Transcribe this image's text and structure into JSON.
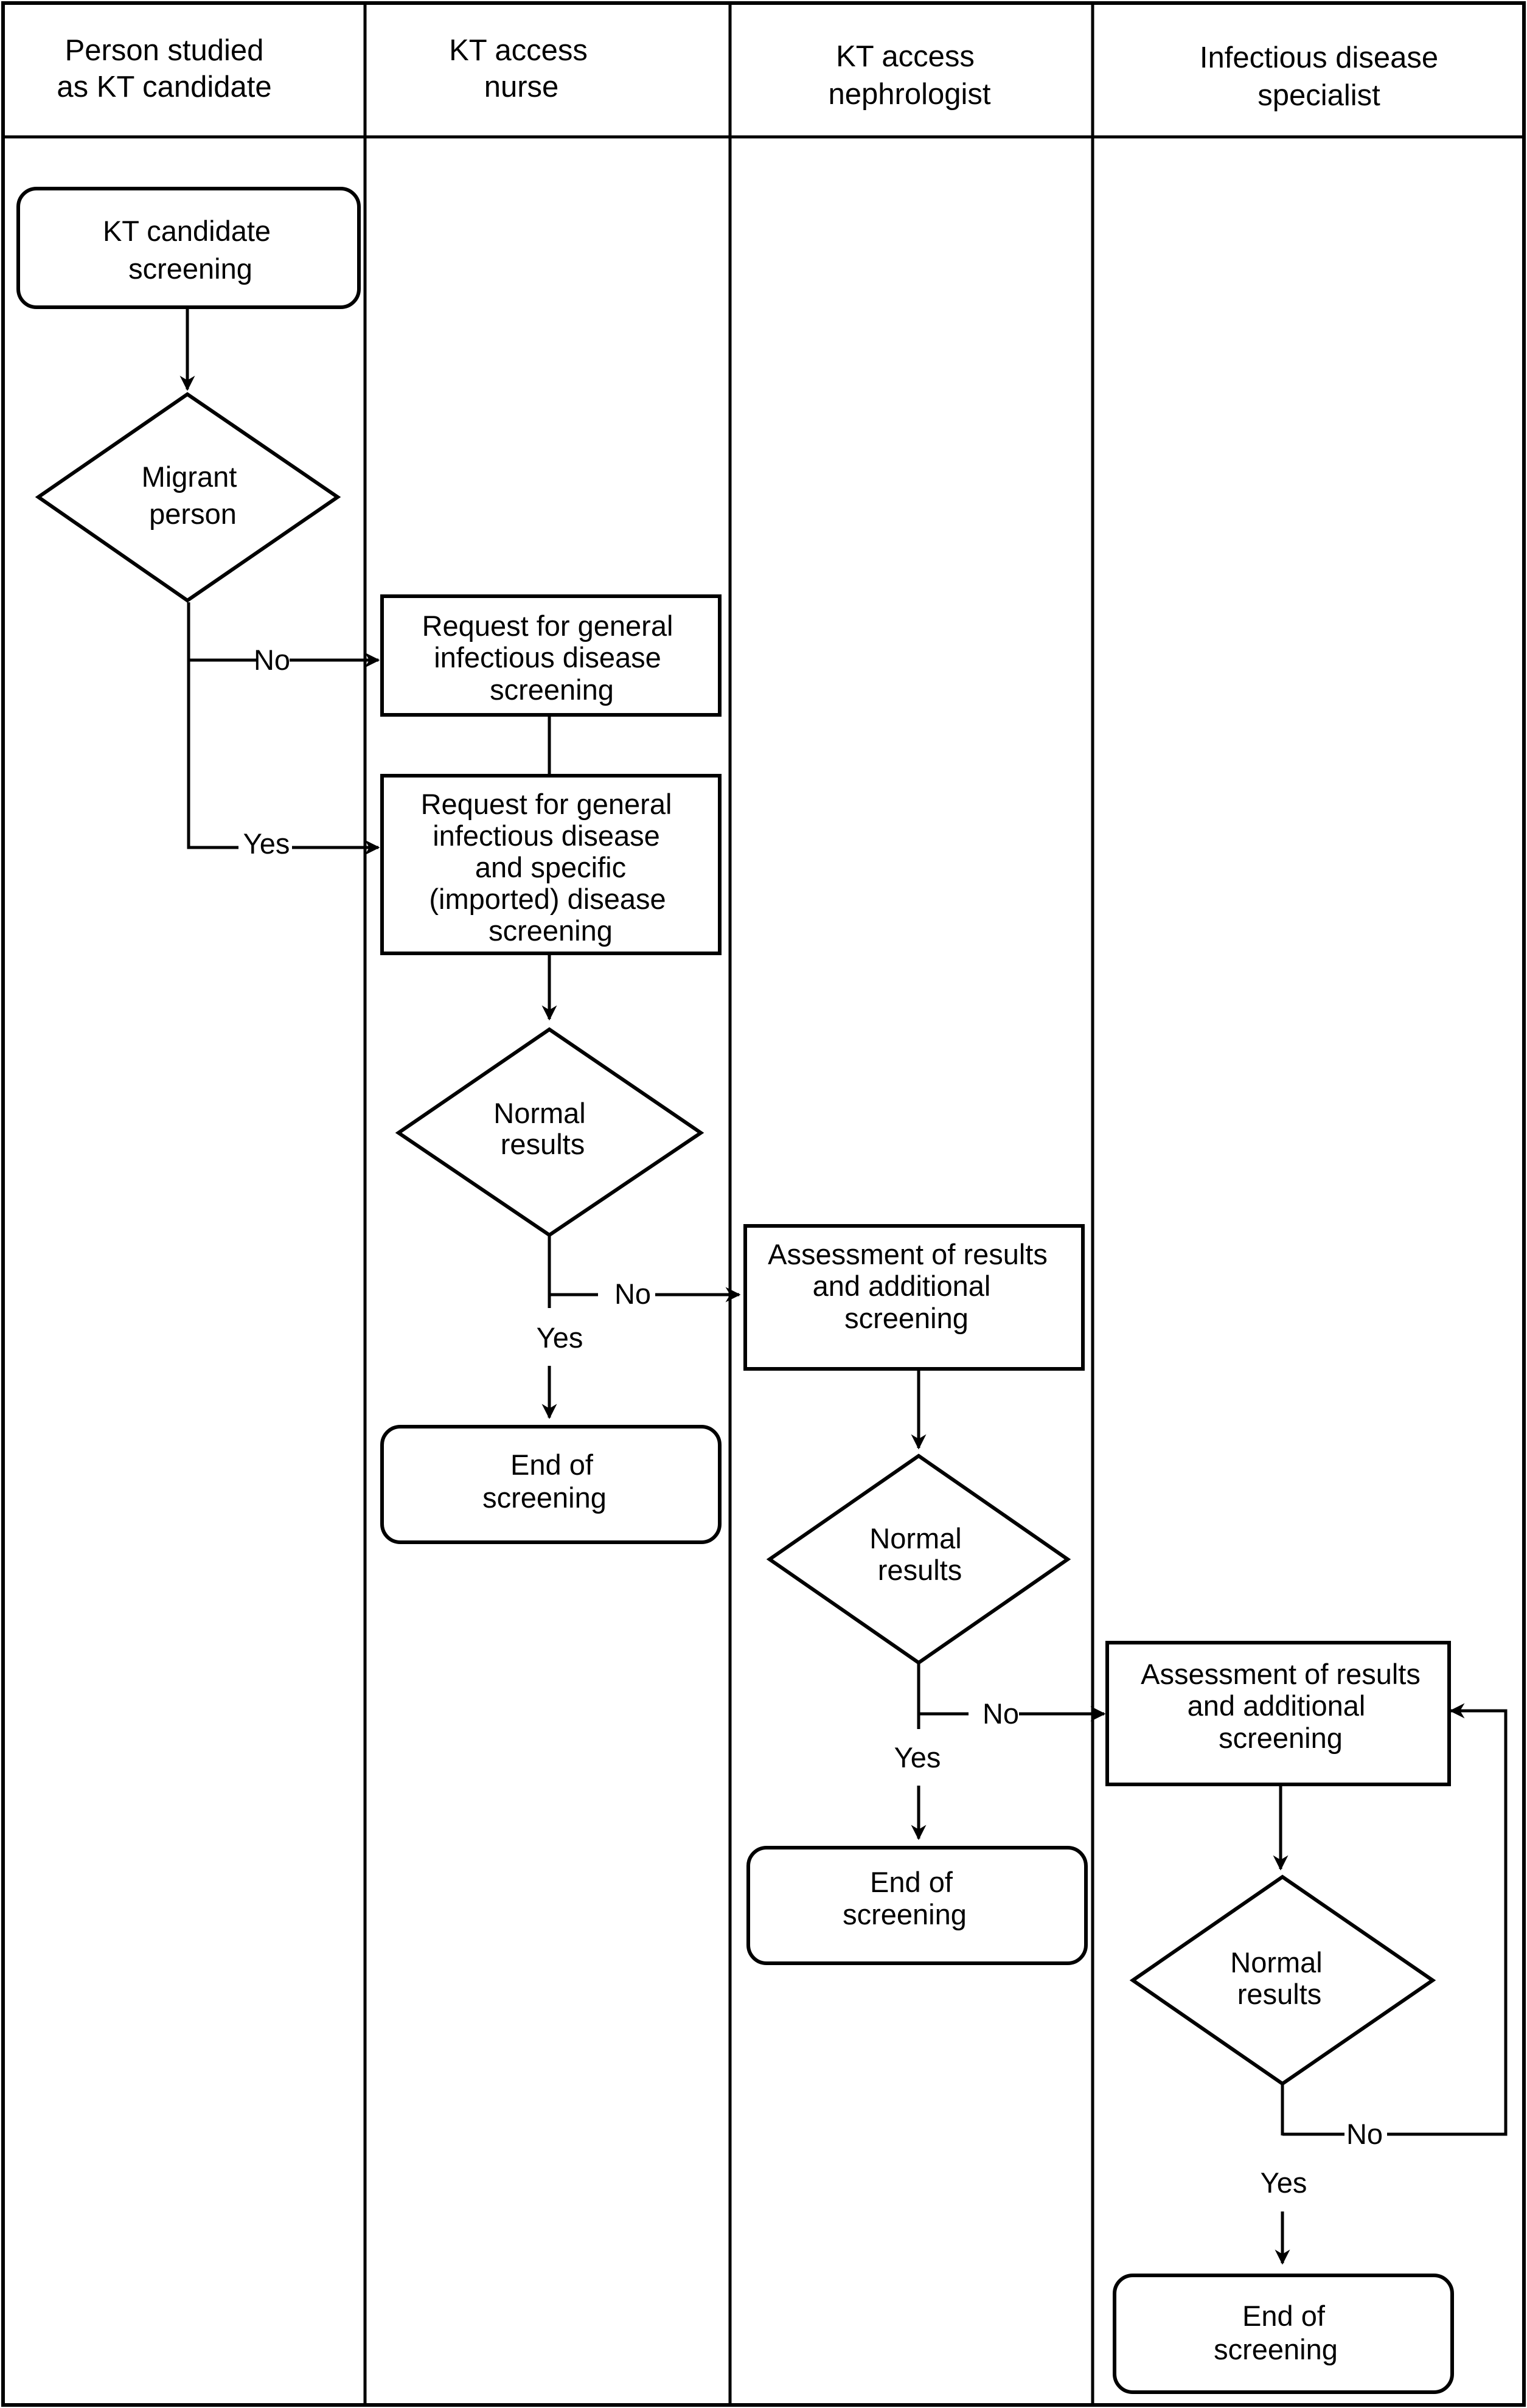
{
  "lanes": [
    {
      "id": "person",
      "title": [
        "Person studied",
        "as KT candidate"
      ]
    },
    {
      "id": "nurse",
      "title": [
        "KT access",
        "nurse"
      ]
    },
    {
      "id": "nephrologist",
      "title": [
        "KT access",
        "nephrologist"
      ]
    },
    {
      "id": "id_specialist",
      "title": [
        "Infectious disease",
        "specialist"
      ]
    }
  ],
  "nodes": {
    "kt_screening": {
      "shape": "rounded-rect",
      "lines": [
        "KT candidate",
        "screening"
      ]
    },
    "migrant": {
      "shape": "diamond",
      "lines": [
        "Migrant",
        "person"
      ]
    },
    "req_general": {
      "shape": "rect",
      "lines": [
        "Request for general",
        "infectious disease",
        "screening"
      ]
    },
    "req_specific": {
      "shape": "rect",
      "lines": [
        "Request for general",
        "infectious disease",
        "and specific",
        "(imported) disease",
        "screening"
      ]
    },
    "normal_1": {
      "shape": "diamond",
      "lines": [
        "Normal",
        "results"
      ]
    },
    "end_1": {
      "shape": "rounded-rect",
      "lines": [
        "End of",
        "screening"
      ]
    },
    "assess_1": {
      "shape": "rect",
      "lines": [
        "Assessment of results",
        "and additional",
        "screening"
      ]
    },
    "normal_2": {
      "shape": "diamond",
      "lines": [
        "Normal",
        "results"
      ]
    },
    "end_2": {
      "shape": "rounded-rect",
      "lines": [
        "End of",
        "screening"
      ]
    },
    "assess_2": {
      "shape": "rect",
      "lines": [
        "Assessment of results",
        "and additional",
        "screening"
      ]
    },
    "normal_3": {
      "shape": "diamond",
      "lines": [
        "Normal",
        "results"
      ]
    },
    "end_3": {
      "shape": "rounded-rect",
      "lines": [
        "End of",
        "screening"
      ]
    }
  },
  "edge_labels": {
    "no": "No",
    "yes": "Yes"
  },
  "colors": {
    "line": "#000000",
    "background": "#ffffff"
  }
}
